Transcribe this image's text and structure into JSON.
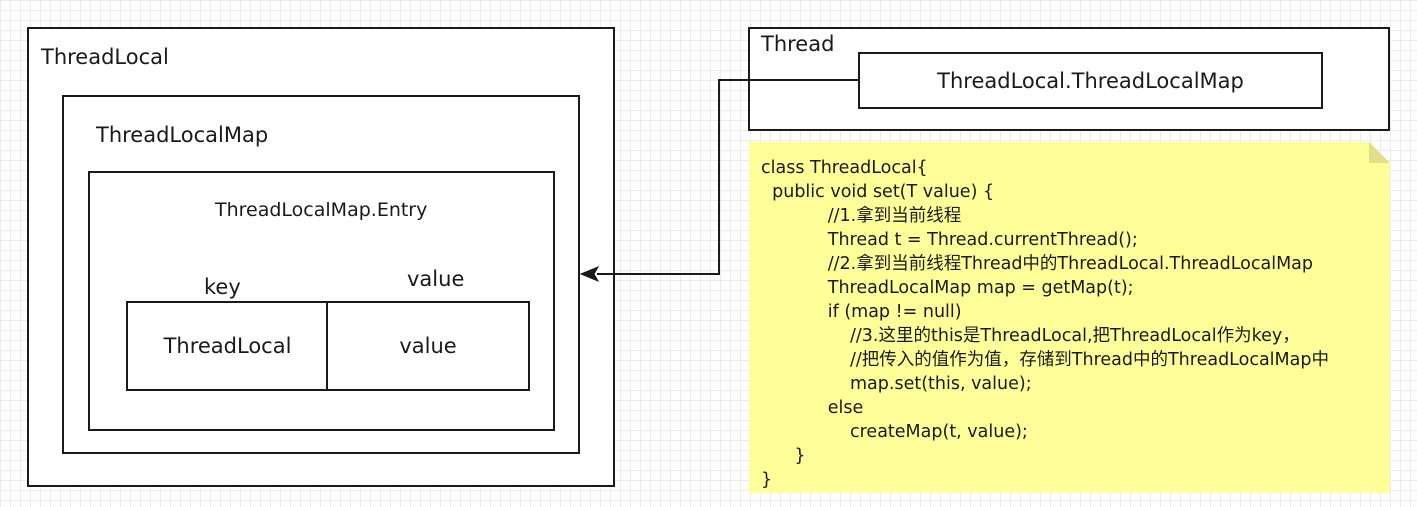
{
  "threadlocal": {
    "title": "ThreadLocal",
    "map": {
      "title": "ThreadLocalMap",
      "entry": {
        "title": "ThreadLocalMap.Entry",
        "key_label": "key",
        "value_label": "value",
        "key_cell": "ThreadLocal",
        "value_cell": "value"
      }
    }
  },
  "thread": {
    "title": "Thread",
    "field": "ThreadLocal.ThreadLocalMap"
  },
  "note": {
    "lines": [
      "class ThreadLocal{",
      "  public void set(T value) {",
      "            //1.拿到当前线程",
      "            Thread t = Thread.currentThread();",
      "            //2.拿到当前线程Thread中的ThreadLocal.ThreadLocalMap",
      "            ThreadLocalMap map = getMap(t);",
      "            if (map != null)",
      "                //3.这里的this是ThreadLocal,把ThreadLocal作为key，",
      "                //把传入的值作为值，存储到Thread中的ThreadLocalMap中",
      "                map.set(this, value);",
      "            else",
      "                createMap(t, value);",
      "      }",
      "}"
    ]
  },
  "colors": {
    "note_fill": "#ffff99",
    "stroke": "#1a1a1a"
  }
}
